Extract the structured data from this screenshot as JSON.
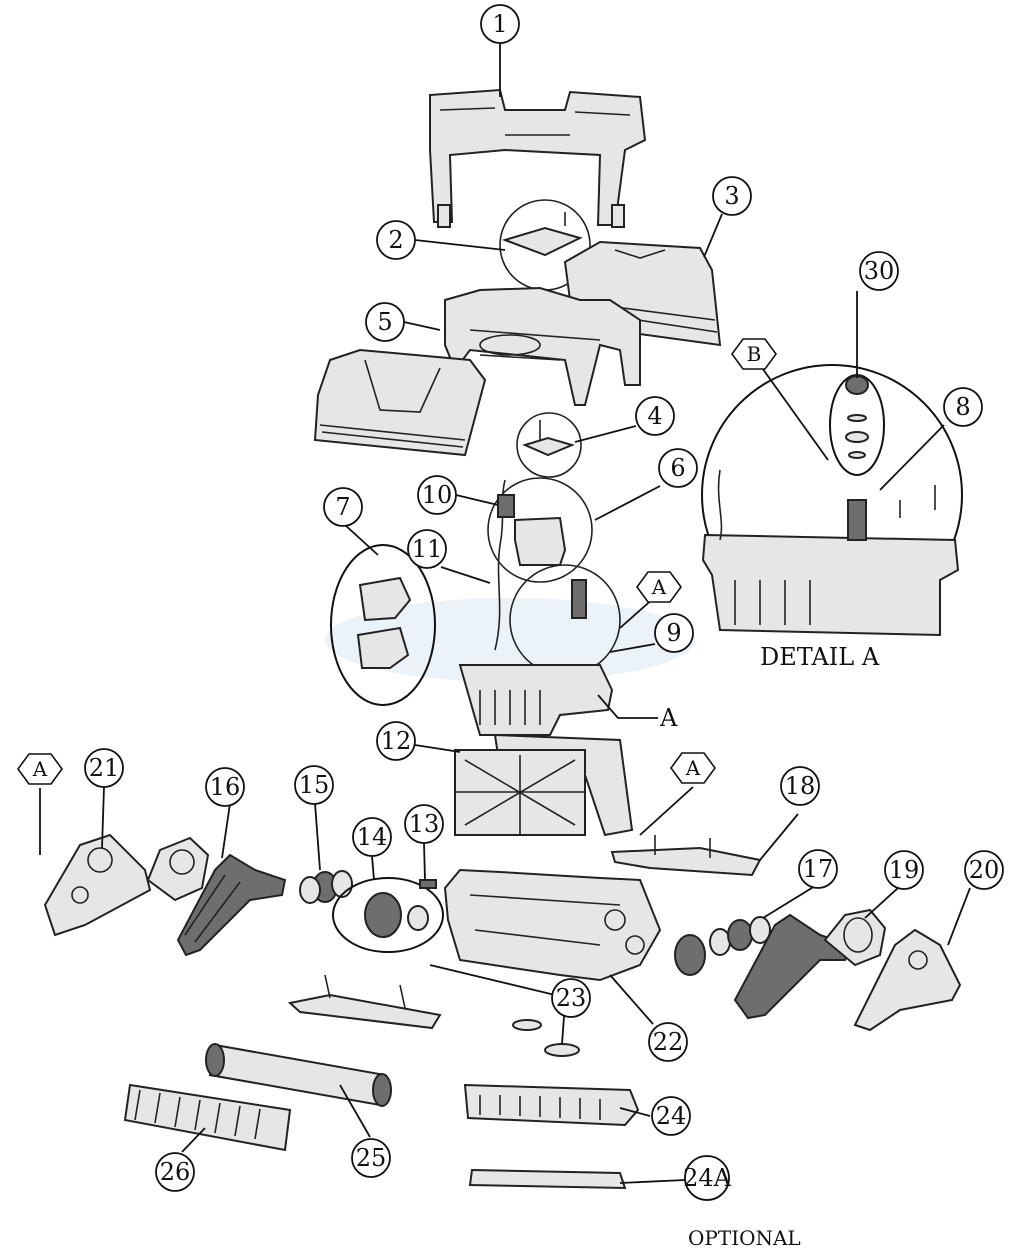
{
  "callouts": [
    "1",
    "2",
    "3",
    "4",
    "5",
    "6",
    "7",
    "8",
    "9",
    "10",
    "11",
    "12",
    "13",
    "14",
    "15",
    "16",
    "17",
    "18",
    "19",
    "20",
    "21",
    "22",
    "23",
    "24",
    "24A",
    "25",
    "26",
    "30"
  ],
  "reference_markers": [
    "A",
    "A",
    "A",
    "B"
  ],
  "section_label": "A",
  "detail_caption": "DETAIL A",
  "optional_caption": "OPTIONAL"
}
